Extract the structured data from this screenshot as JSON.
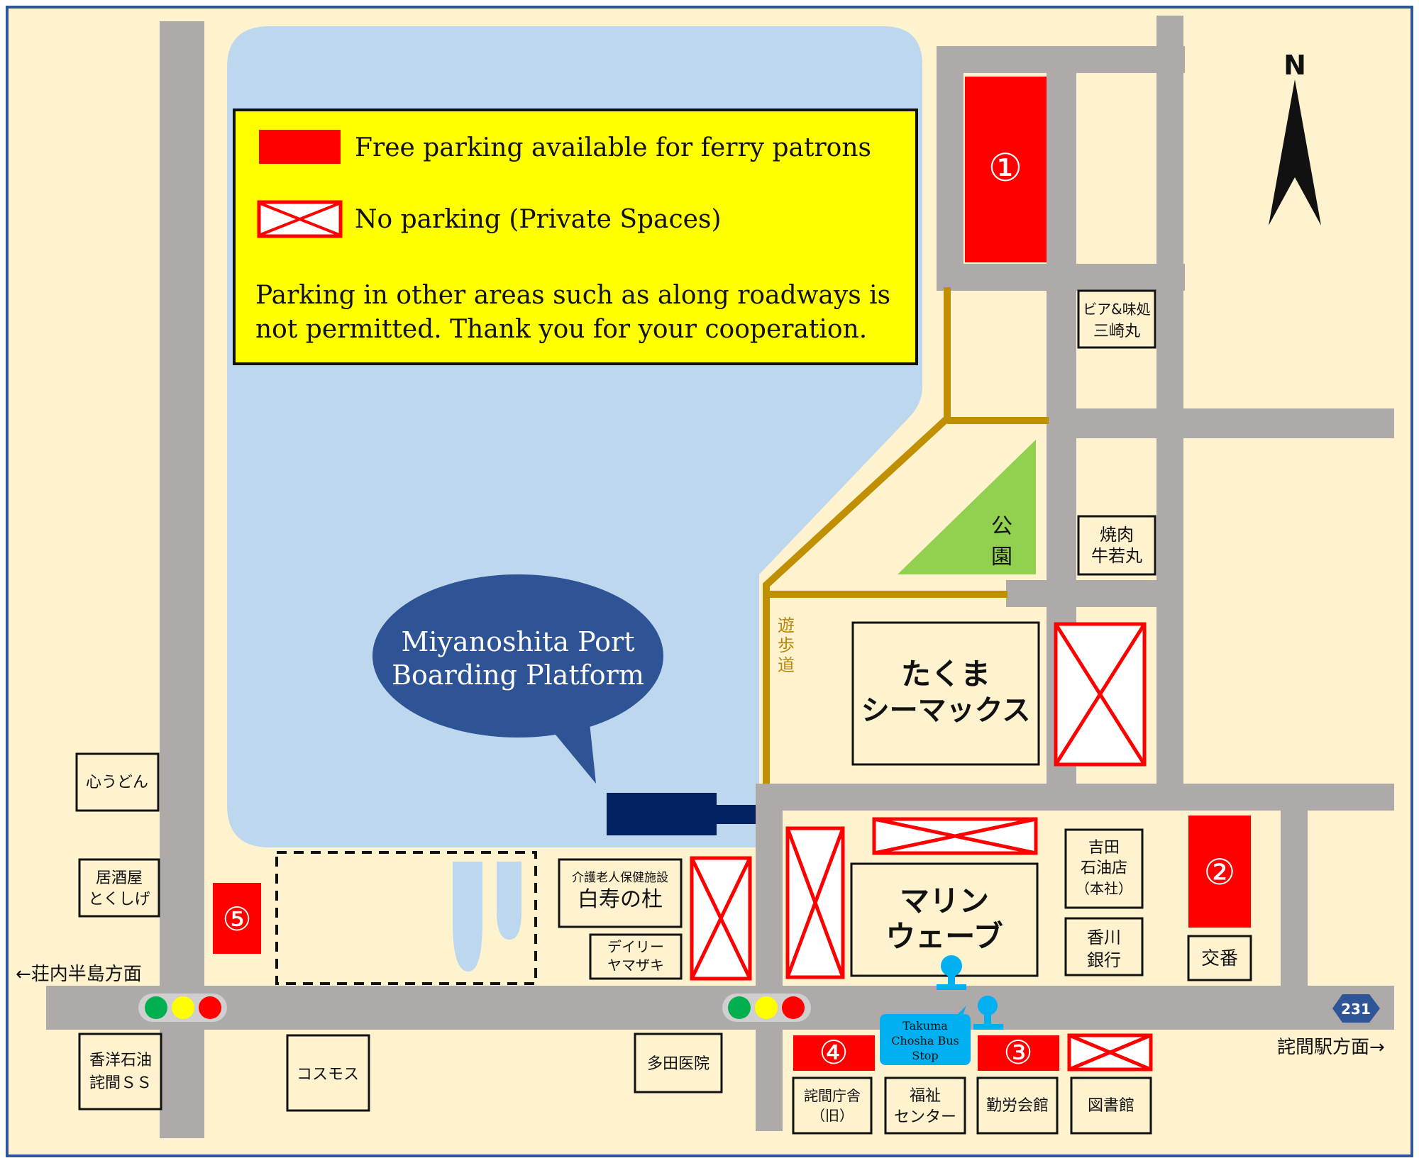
{
  "legend": {
    "free_parking": "Free parking available for ferry patrons",
    "no_parking": "No parking (Private Spaces)",
    "note_line1": "Parking in other areas such as along roadways is",
    "note_line2": "not permitted. Thank you for your cooperation."
  },
  "compass": "N",
  "platform": {
    "line1": "Miyanoshita Port",
    "line2": "Boarding Platform"
  },
  "lots": {
    "p1": "①",
    "p2": "②",
    "p3": "③",
    "p4": "④",
    "p5": "⑤"
  },
  "park": {
    "line1": "公",
    "line2": "園"
  },
  "promenade": {
    "c1": "遊",
    "c2": "歩",
    "c3": "道"
  },
  "bus_stop": {
    "line1": "Takuma",
    "line2": "Chosha Bus",
    "line3": "Stop"
  },
  "route_shield": "231",
  "directions": {
    "west": "←荘内半島方面",
    "east": "詫間駅方面→"
  },
  "buildings": {
    "beer": {
      "line1": "ビア&味処",
      "line2": "三崎丸"
    },
    "yakiniku": {
      "line1": "焼肉",
      "line2": "牛若丸"
    },
    "takuma": {
      "line1": "たくま",
      "line2": "シーマックス"
    },
    "marine": {
      "line1": "マリン",
      "line2": "ウェーブ"
    },
    "yoshida": {
      "line1": "吉田",
      "line2": "石油店",
      "line3": "（本社）"
    },
    "kagawa": {
      "line1": "香川",
      "line2": "銀行"
    },
    "koban": "交番",
    "kaigo": {
      "line1": "介護老人保健施設",
      "line2": "白寿の杜"
    },
    "daily": {
      "line1": "デイリー",
      "line2": "ヤマザキ"
    },
    "udon": "心うどん",
    "izakaya": {
      "line1": "居酒屋",
      "line2": "とくしげ"
    },
    "kouyou": {
      "line1": "香洋石油",
      "line2": "詫間ＳＳ"
    },
    "cosmos": "コスモス",
    "tada": "多田医院",
    "chosha": {
      "line1": "詫間庁舎",
      "line2": "（旧）"
    },
    "fukushi": {
      "line1": "福祉",
      "line2": "センター"
    },
    "kinro": "勤労会館",
    "library": "図書館"
  },
  "colors": {
    "background": "#fff2cf",
    "frame": "#2e5597",
    "water": "#bdd7ee",
    "road": "#aeaaaa",
    "promenade": "#c09000",
    "park": "#92d050",
    "free_lot": "#ff0000",
    "legend_bg": "#ffff00",
    "platform_bubble": "#2f5496",
    "pier": "#002060",
    "bus": "#00b0f0"
  }
}
